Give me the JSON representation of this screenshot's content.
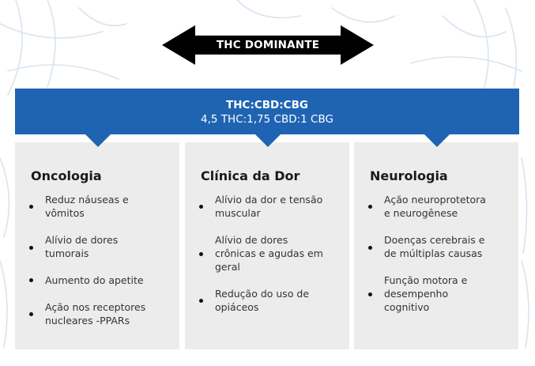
{
  "arrow": {
    "label": "THC DOMINANTE"
  },
  "banner": {
    "title": "THC:CBD:CBG",
    "subtitle": "4,5 THC:1,75 CBD:1 CBG"
  },
  "columns": [
    {
      "title": "Oncologia",
      "items": [
        [
          "Reduz náuseas e",
          "vômitos"
        ],
        [
          "Alívio de dores",
          "tumorais"
        ],
        [
          "Aumento do apetite"
        ],
        [
          "Ação nos receptores",
          "nucleares -PPARs"
        ]
      ]
    },
    {
      "title": "Clínica da Dor",
      "items": [
        [
          "Alívio da dor e tensão",
          "muscular"
        ],
        [
          "Alívio de dores",
          "crônicas e agudas em",
          "geral"
        ],
        [
          "Redução do uso de",
          "opiáceos"
        ]
      ]
    },
    {
      "title": "Neurologia",
      "items": [
        [
          "Ação neuroprotetora",
          "e neurogênese"
        ],
        [
          "Doenças cerebrais e",
          "de múltiplas causas"
        ],
        [
          "Função motora e",
          "desempenho",
          "cognitivo"
        ]
      ]
    }
  ],
  "colors": {
    "banner": "#1f64b3",
    "card": "#ececec",
    "arrow": "#000000",
    "leaf": "#d9e4f0"
  }
}
